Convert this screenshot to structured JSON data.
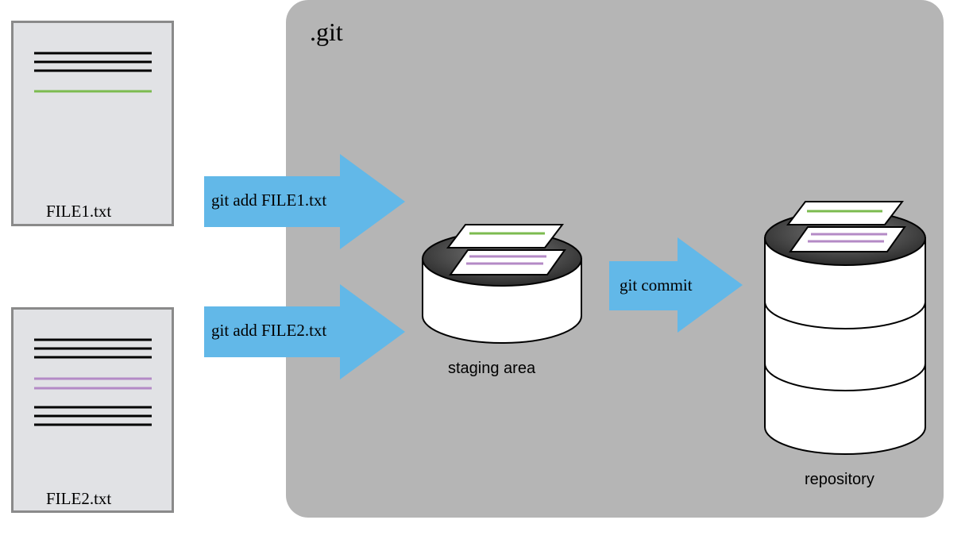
{
  "repo_dir": {
    "label": ".git"
  },
  "files": [
    {
      "name": "FILE1.txt"
    },
    {
      "name": "FILE2.txt"
    }
  ],
  "commands": {
    "add_file1": "git add FILE1.txt",
    "add_file2": "git add FILE2.txt",
    "commit": "git commit"
  },
  "stores": {
    "staging": "staging area",
    "repository": "repository"
  },
  "colors": {
    "panel": "#b5b5b5",
    "arrow": "#62b8e8",
    "file1_change": "#7cbb4f",
    "file2_change": "#b48ac6",
    "file_bg": "#e1e2e5",
    "db_top": "#555555"
  }
}
